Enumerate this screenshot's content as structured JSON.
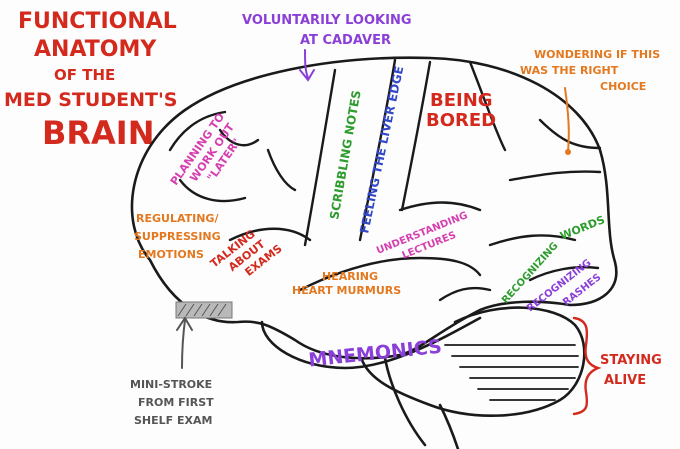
{
  "title": {
    "line1": "FUNCTIONAL",
    "line2": "ANATOMY",
    "line3": "OF THE",
    "line4": "MED STUDENT'S",
    "line5": "BRAIN"
  },
  "labels": {
    "voluntarily_1": "VOLUNTARILY LOOKING",
    "voluntarily_2": "AT CADAVER",
    "wondering_1": "WONDERING IF THIS",
    "wondering_2": "WAS THE RIGHT",
    "wondering_3": "CHOICE",
    "being_1": "BEING",
    "being_2": "BORED",
    "planning_1": "PLANNING TO",
    "planning_2": "WORK OUT",
    "planning_3": "\"LATER\"",
    "scribbling": "SCRIBBLING NOTES",
    "feeling": "FEELING THE LIVER EDGE",
    "regulating_1": "REGULATING/",
    "regulating_2": "SUPPRESSING",
    "regulating_3": "EMOTIONS",
    "talking_1": "TALKING",
    "talking_2": "ABOUT",
    "talking_3": "EXAMS",
    "understanding_1": "UNDERSTANDING",
    "understanding_2": "LECTURES",
    "hearing_1": "HEARING",
    "hearing_2": "HEART MURMURS",
    "recognizing_words_1": "RECOGNIZING",
    "recognizing_words_2": "WORDS",
    "recognizing_rashes_1": "RECOGNIZING",
    "recognizing_rashes_2": "RASHES",
    "mnemonics": "MNEMONICS",
    "staying_1": "STAYING",
    "staying_2": "ALIVE",
    "ministroke_1": "MINI-STROKE",
    "ministroke_2": "FROM FIRST",
    "ministroke_3": "SHELF EXAM"
  },
  "colors": {
    "title": "#d42a1e",
    "purple": "#8b3fd9",
    "orange": "#e3781e",
    "magenta": "#d63fb0",
    "green": "#2e9c2e",
    "blue": "#3348c8",
    "red": "#d42a1e",
    "outline": "#1a1a1a",
    "gray": "#555555"
  }
}
